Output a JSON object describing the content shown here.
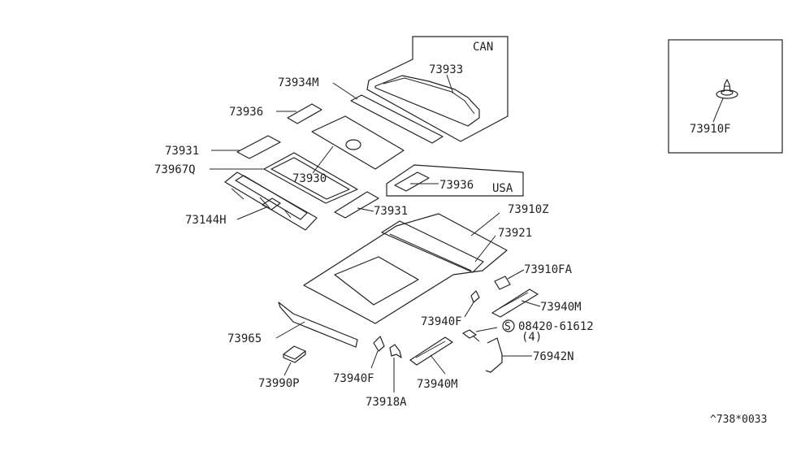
{
  "labels": {
    "can": "CAN",
    "usa": "USA",
    "p73933": "73933",
    "p73934M": "73934M",
    "p73936_top": "73936",
    "p73931_top": "73931",
    "p73967Q": "73967Q",
    "p73930": "73930",
    "p73936_usa": "73936",
    "p73931_mid": "73931",
    "p73144H": "73144H",
    "p73910Z": "73910Z",
    "p73921": "73921",
    "p73910FA": "73910FA",
    "p73940M_right": "73940M",
    "p73940F_mid": "73940F",
    "p08420": "08420-61612",
    "p08420_qty": "(4)",
    "s_symbol": "S",
    "p76942N": "76942N",
    "p73965": "73965",
    "p73990P": "73990P",
    "p73940F_bot": "73940F",
    "p73918A": "73918A",
    "p73940M_bot": "73940M",
    "p73910F": "73910F",
    "ref_code": "^738*0033"
  }
}
